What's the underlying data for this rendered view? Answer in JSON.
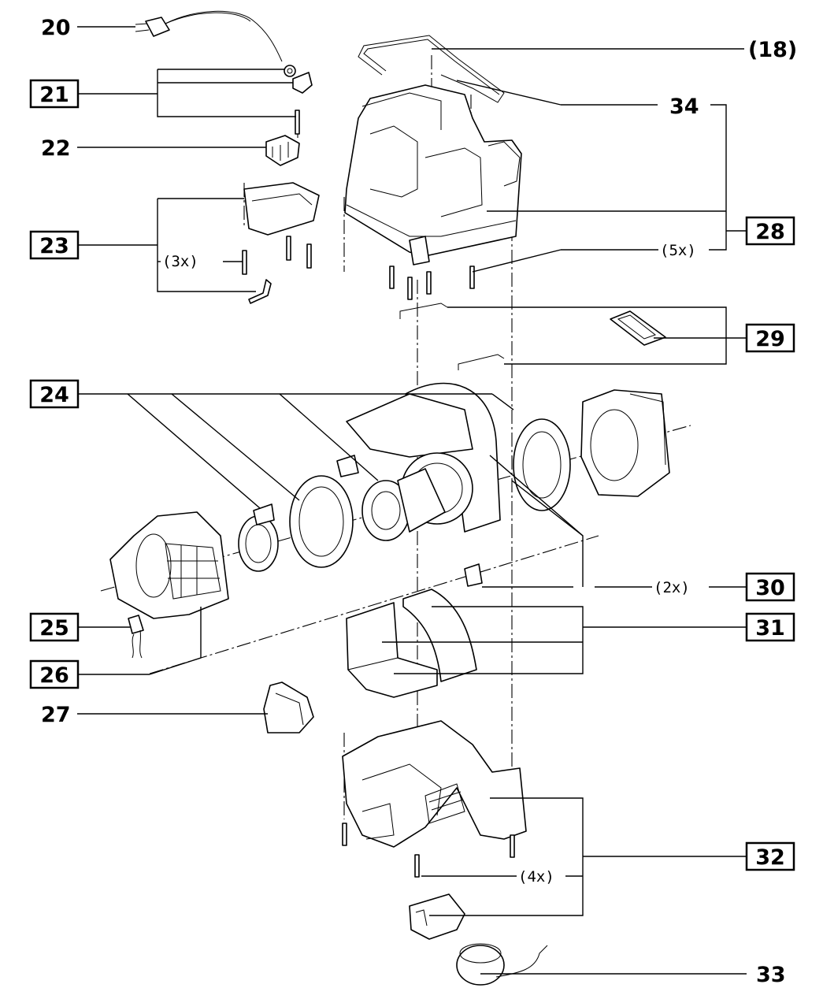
{
  "callouts": {
    "c20": "20",
    "c21": "21",
    "c22": "22",
    "c23": "23",
    "c24": "24",
    "c25": "25",
    "c26": "26",
    "c27": "27",
    "c18": "(18)",
    "c34": "34",
    "c28": "28",
    "c29": "29",
    "c30": "30",
    "c31": "31",
    "c32": "32",
    "c33": "33"
  },
  "quantities": {
    "q23": "(3x)",
    "q28": "(5x)",
    "q30": "(2x)",
    "q32": "(4x)"
  }
}
